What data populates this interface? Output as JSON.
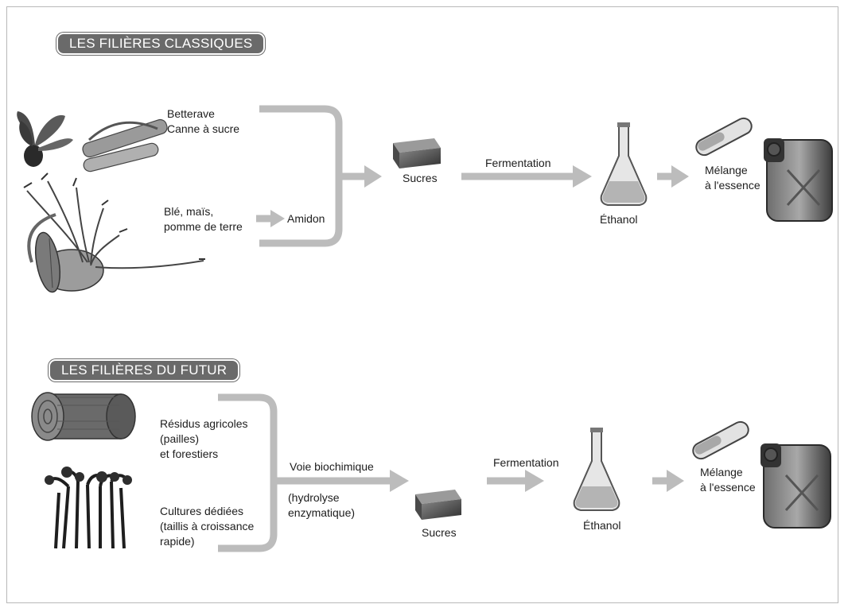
{
  "sections": {
    "classic": {
      "title": "LES FILIÈRES CLASSIQUES",
      "inputs": [
        {
          "label_lines": [
            "Betterave",
            "Canne à sucre"
          ]
        },
        {
          "label_lines": [
            "Blé, maïs,",
            "pomme de terre"
          ]
        }
      ],
      "intermediate": "Amidon",
      "sugar": "Sucres",
      "process": "Fermentation",
      "product": "Éthanol",
      "final_lines": [
        "Mélange",
        "à l'essence"
      ]
    },
    "future": {
      "title": "LES FILIÈRES DU FUTUR",
      "inputs": [
        {
          "label_lines": [
            "Résidus agricoles",
            "(pailles)",
            "et forestiers"
          ]
        },
        {
          "label_lines": [
            "Cultures dédiées",
            "(taillis à croissance",
            "rapide)"
          ]
        }
      ],
      "pathway": "Voie biochimique",
      "pathway_detail_lines": [
        "(hydrolyse",
        "enzymatique)"
      ],
      "sugar": "Sucres",
      "process": "Fermentation",
      "product": "Éthanol",
      "final_lines": [
        "Mélange",
        "à l'essence"
      ]
    }
  },
  "colors": {
    "arrow": "#bcbcbc",
    "header_bg": "#6a6a6a",
    "glass": "#cfcfcf",
    "dark": "#3a3a3a"
  }
}
